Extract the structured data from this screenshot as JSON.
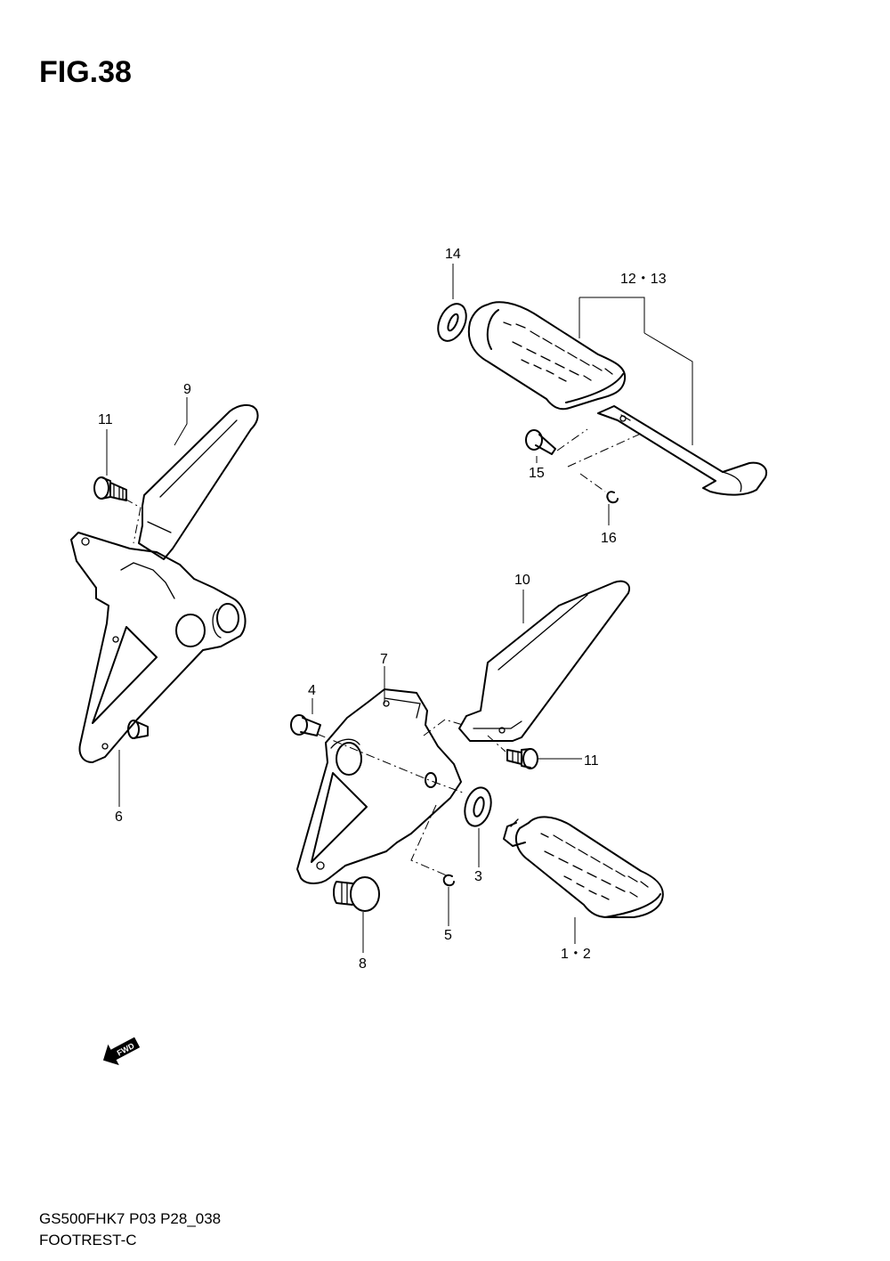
{
  "figure": {
    "title": "FIG.38"
  },
  "callouts": {
    "c14": "14",
    "c12_13": "12・13",
    "c9": "9",
    "c11_top": "11",
    "c15": "15",
    "c16": "16",
    "c10": "10",
    "c7": "7",
    "c4": "4",
    "c11_mid": "11",
    "c6": "6",
    "c3": "3",
    "c5": "5",
    "c8": "8",
    "c1_2": "1・2"
  },
  "fwd_badge": {
    "label": "FWD",
    "icon": "fwd-arrow-icon"
  },
  "footer": {
    "model_code": "GS500FHK7 P03 P28_038",
    "section_name": "FOOTREST-C"
  }
}
